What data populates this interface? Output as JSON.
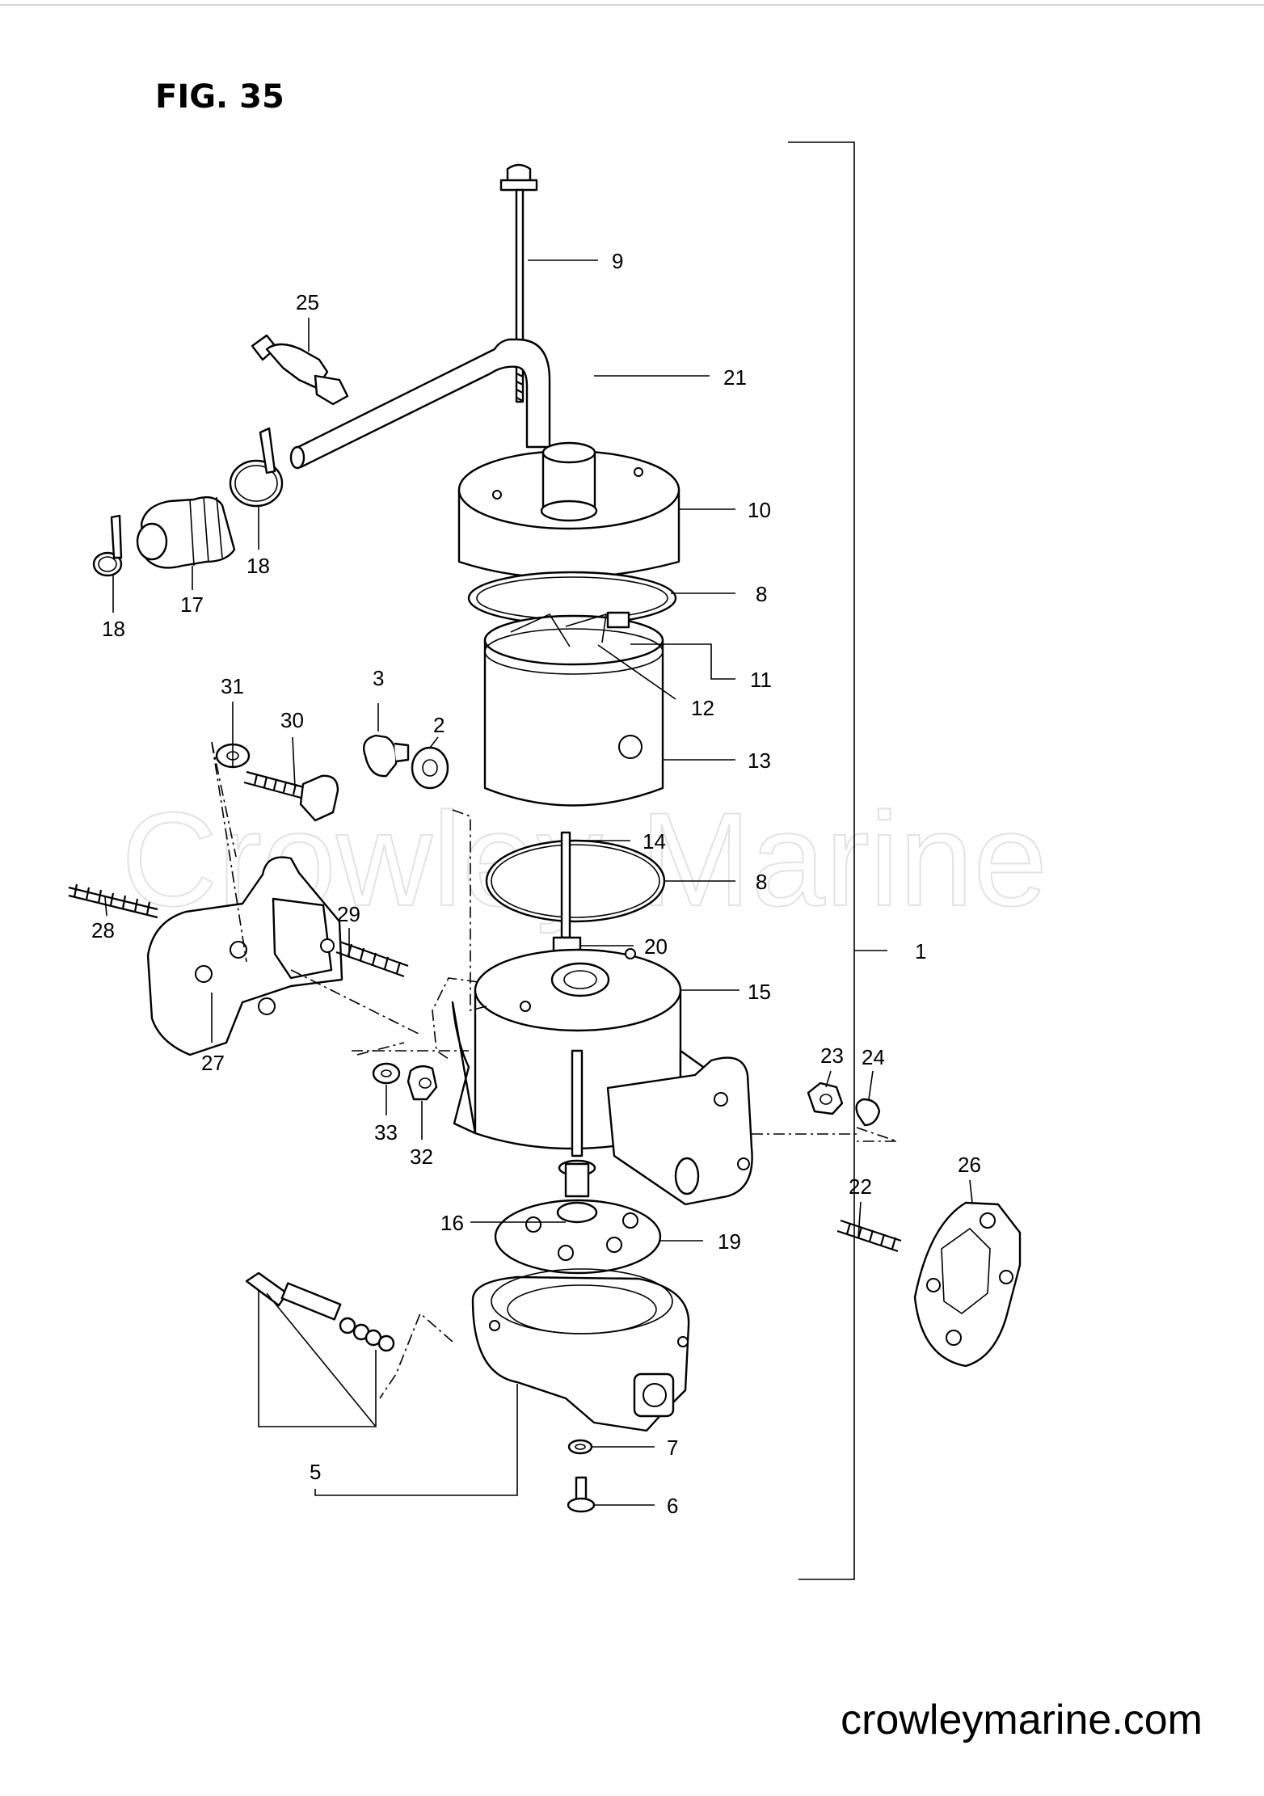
{
  "figure": {
    "title": "FIG. 35",
    "watermark": "Crowley Marine",
    "website": "crowleymarine.com"
  },
  "callouts": [
    "1",
    "2",
    "3",
    "5",
    "6",
    "7",
    "8",
    "8",
    "9",
    "10",
    "11",
    "12",
    "13",
    "14",
    "15",
    "16",
    "17",
    "18",
    "18",
    "19",
    "20",
    "21",
    "22",
    "23",
    "24",
    "25",
    "26",
    "27",
    "28",
    "29",
    "30",
    "31",
    "32",
    "33"
  ]
}
